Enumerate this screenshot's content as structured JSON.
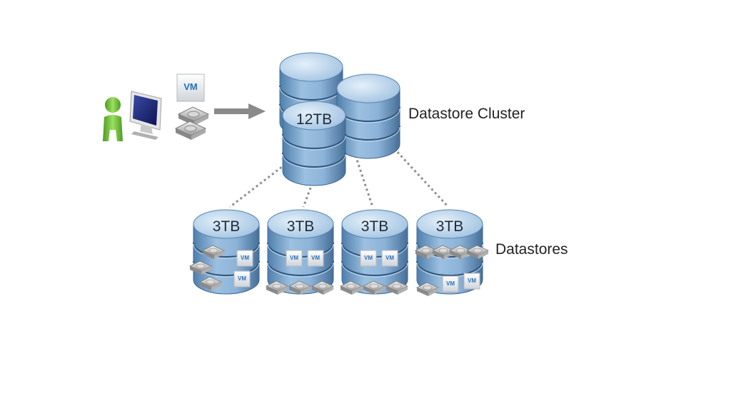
{
  "cluster": {
    "capacity_label": "12TB",
    "title": "Datastore Cluster"
  },
  "datastores": {
    "title": "Datastores",
    "items": [
      {
        "capacity_label": "3TB",
        "vm_label": "VM"
      },
      {
        "capacity_label": "3TB",
        "vm_label": "VM"
      },
      {
        "capacity_label": "3TB",
        "vm_label": "VM"
      },
      {
        "capacity_label": "3TB",
        "vm_label": "VM"
      }
    ]
  },
  "source": {
    "vm_label": "VM"
  },
  "icons": [
    "user-icon",
    "monitor-icon",
    "vm-icon",
    "hard-disk-icon",
    "arrow-right-icon",
    "database-icon"
  ],
  "colors": {
    "disk_top": "#b9d3ea",
    "disk_side": "#6f9fc9",
    "person": "#7cc243",
    "arrow": "#8a8a8a",
    "vm_text": "#2a6fb5"
  }
}
